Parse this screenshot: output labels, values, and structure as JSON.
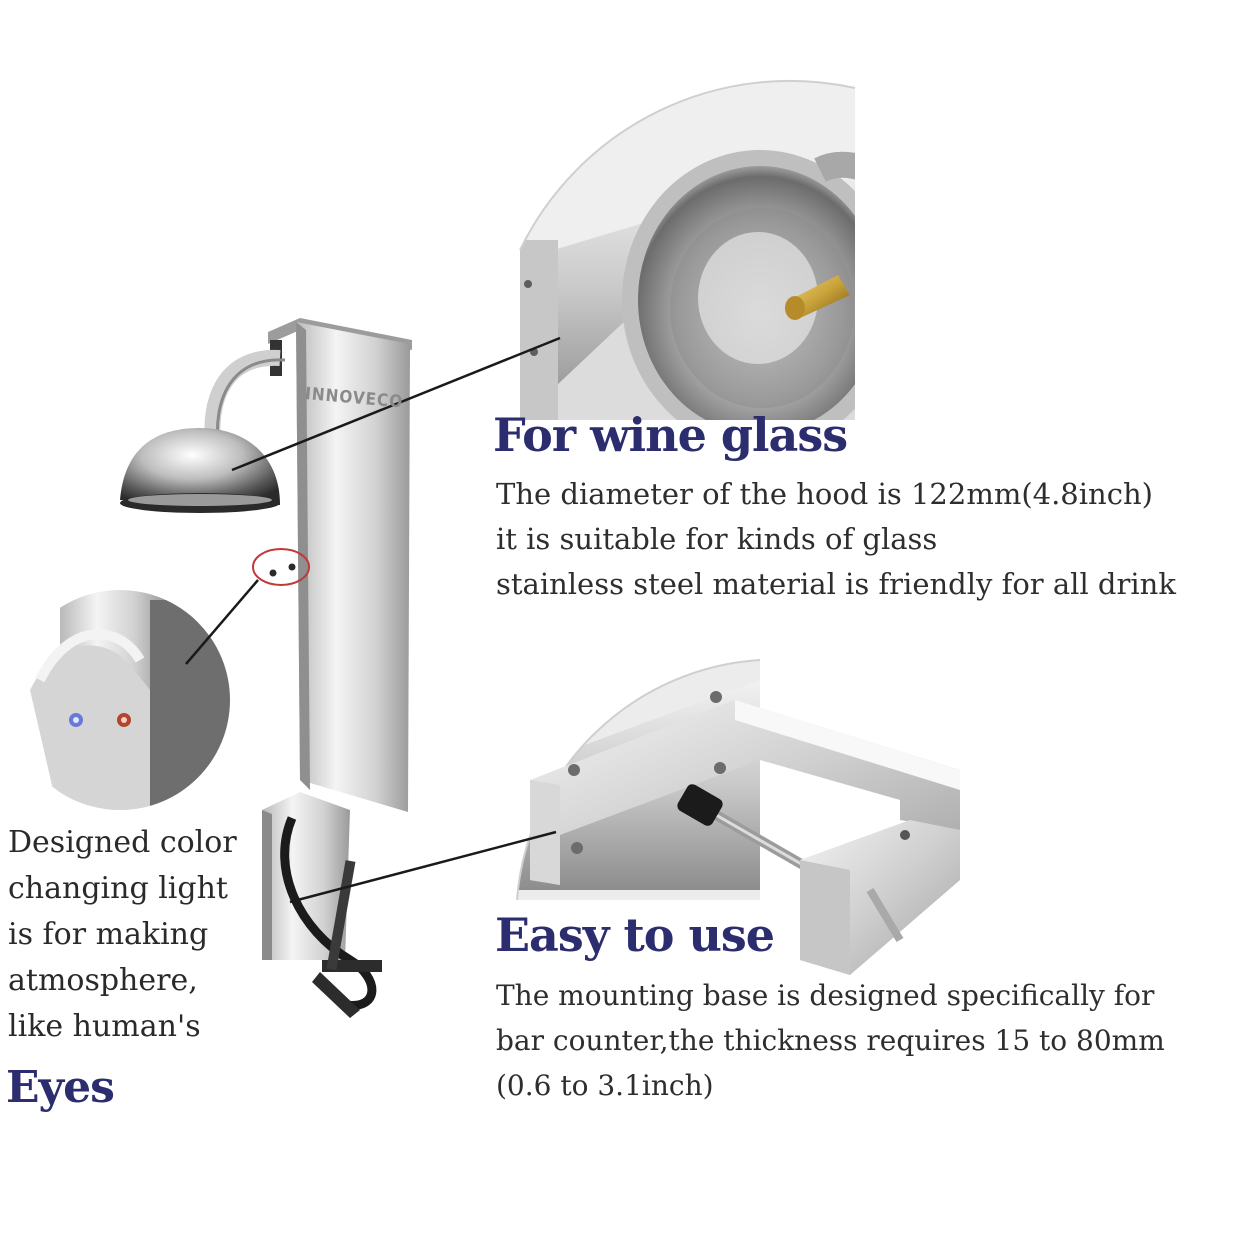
{
  "brand": "INNOVECO",
  "wine_section": {
    "heading": "For wine glass",
    "lines": [
      "The diameter of the hood is 122mm(4.8inch)",
      "it is suitable for kinds of glass",
      "stainless steel material is friendly for all drink"
    ]
  },
  "mount_section": {
    "heading": "Easy to use",
    "lines": [
      "The mounting base is designed specifically for",
      "bar counter,the thickness requires 15 to 80mm",
      "(0.6 to 3.1inch)"
    ]
  },
  "light_section": {
    "lines": [
      "Designed color",
      "changing light",
      "is for making",
      "atmosphere,",
      "like human's"
    ],
    "heading": "Eyes"
  },
  "icons": [
    "led-light-icon-blue",
    "led-light-icon-red"
  ],
  "colors": {
    "heading": "#2b2d6e",
    "text": "#2e2e2e",
    "steel_light": "#e9e9e9",
    "steel_dark": "#8e8e8e",
    "brass": "#c9a23a",
    "led_blue": "#6a78d8",
    "led_red": "#b0462e"
  }
}
